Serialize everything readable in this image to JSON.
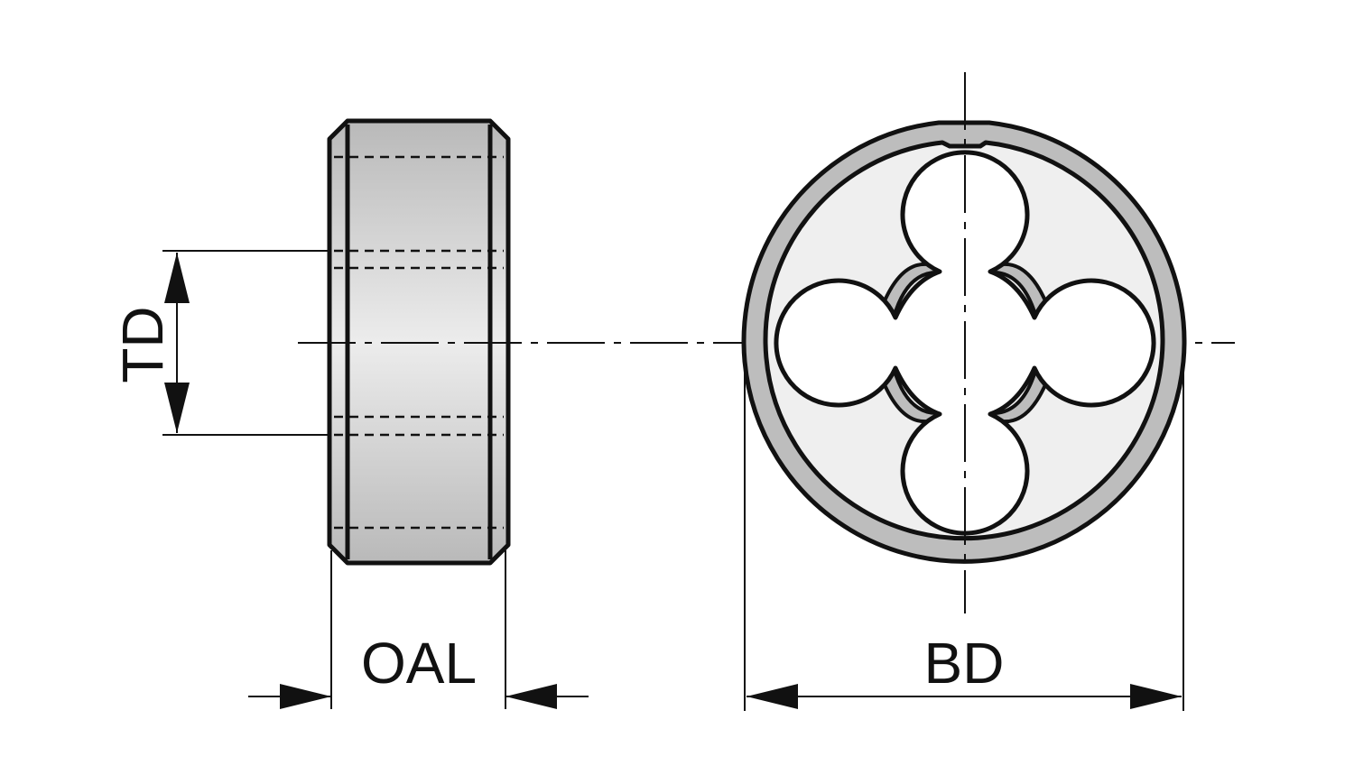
{
  "labels": {
    "td": "TD",
    "oal": "OAL",
    "bd": "BD"
  },
  "colors": {
    "outline": "#111111",
    "body_fill": "#c8c8c8",
    "body_highlight": "#ececec",
    "face_fill": "#efefef",
    "ring_fill": "#bdbdbd",
    "background": "#ffffff"
  }
}
